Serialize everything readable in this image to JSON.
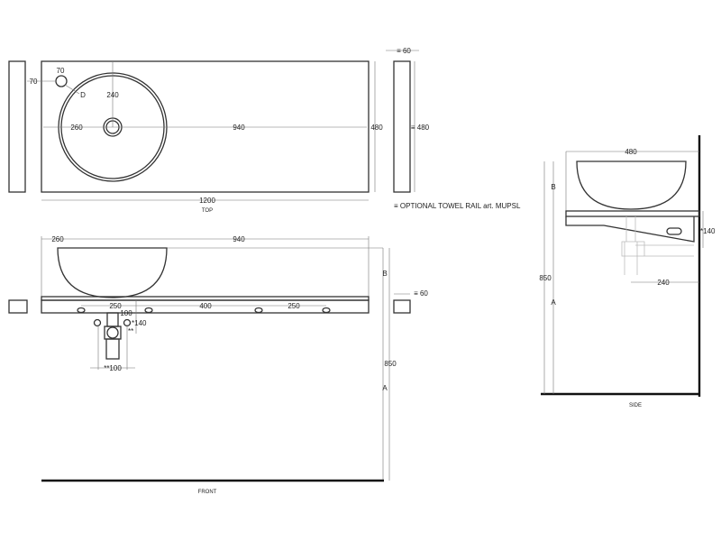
{
  "top_view": {
    "title": "TOP",
    "dims": {
      "overall_width": "1200",
      "left_offset": "260",
      "right_offset": "940",
      "depth": "480",
      "drain_depth": "240",
      "tap_x": "70",
      "tap_y": "70",
      "tap_label": "D"
    },
    "rail_width": "≡ 60",
    "rail_depth": "≡ 480",
    "optional_note": "≡ OPTIONAL TOWEL RAIL art. MUPSL"
  },
  "front_view": {
    "title": "FRONT",
    "dims": {
      "left_offset": "260",
      "right_offset": "940",
      "bolt_1": "250",
      "bolt_2": "400",
      "bolt_3": "250",
      "trap_offset": "100",
      "trap_height": "*140",
      "trap_mark": "**",
      "trap_width": "**100",
      "height": "850",
      "basin_height": "B",
      "floor_height": "A",
      "rail_width": "≡ 60"
    }
  },
  "side_view": {
    "title": "SIDE",
    "dims": {
      "depth": "480",
      "basin_height": "B",
      "height": "850",
      "floor_height": "A",
      "trap_height": "*140",
      "trap_depth": "240"
    }
  }
}
